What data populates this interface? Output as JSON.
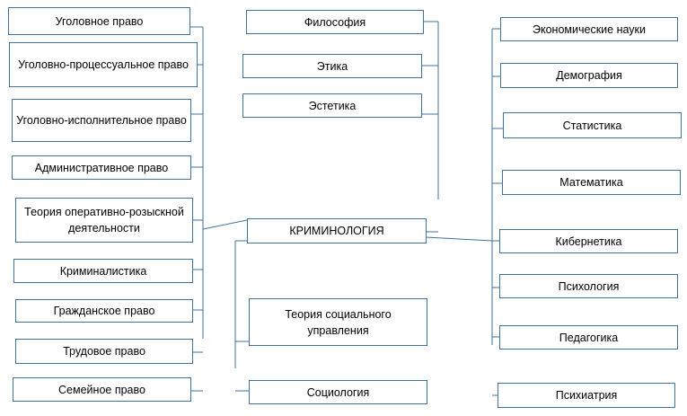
{
  "colors": {
    "border": "#41719c",
    "connector": "#41719c",
    "text": "#000000"
  },
  "diagram": {
    "center": "КРИМИНОЛОГИЯ",
    "left_column": [
      "Уголовное право",
      "Уголовно-процессуальное право",
      "Уголовно-исполнительное право",
      "Административное право",
      "Теория оперативно-розыскной деятельности",
      "Криминалистика",
      "Гражданское право",
      "Трудовое право",
      "Семейное право"
    ],
    "top_middle": [
      "Философия",
      "Этика",
      "Эстетика"
    ],
    "bottom_middle": [
      "Теория социального управления",
      "Социология"
    ],
    "right_column": [
      "Экономические науки",
      "Демография",
      "Статистика",
      "Математика",
      "Кибернетика",
      "Психология",
      "Педагогика",
      "Психиатрия"
    ]
  }
}
